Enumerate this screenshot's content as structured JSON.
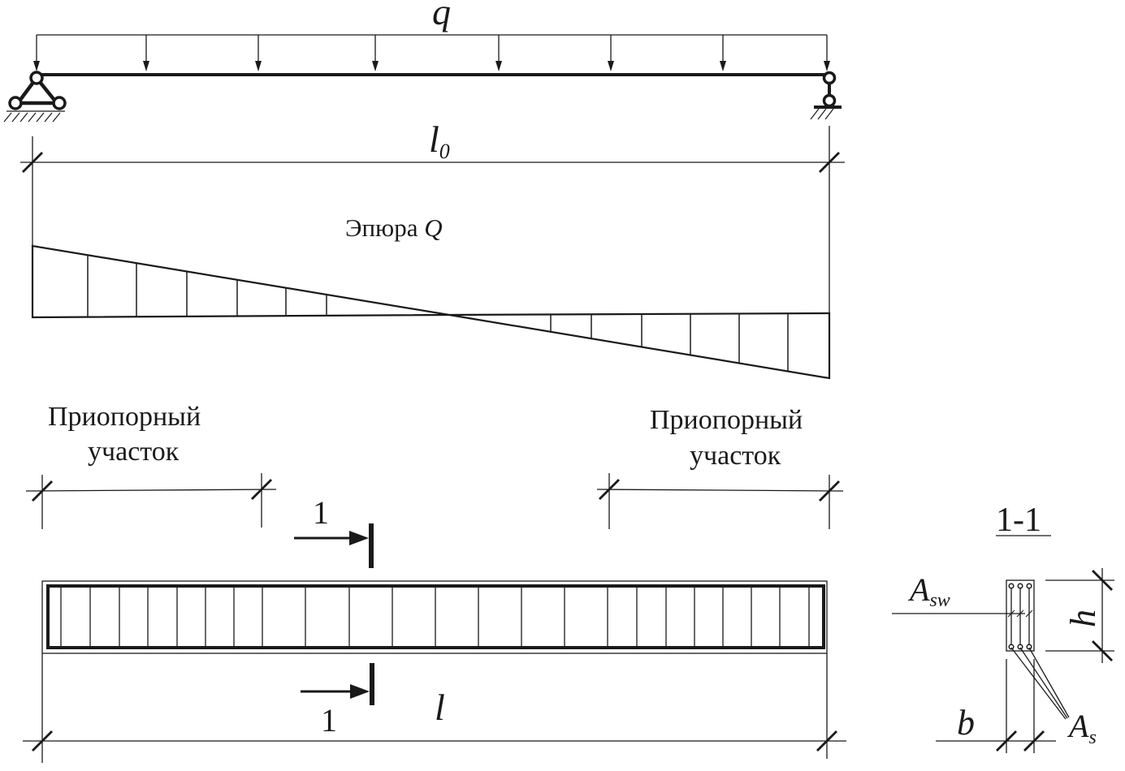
{
  "labels": {
    "load": "q",
    "span_calc_main": "l",
    "span_calc_sub": "0",
    "shear_title": "Эпюра ",
    "shear_symbol": "Q",
    "support_zone_left_1": "Приопорный",
    "support_zone_left_2": "участок",
    "support_zone_right_1": "Приопорный",
    "support_zone_right_2": "участок",
    "section_mark_top": "1",
    "section_mark_bottom": "1",
    "span_total": "l",
    "section_title": "1-1",
    "asw_main": "A",
    "asw_sub": "sw",
    "height": "h",
    "width": "b",
    "as_main": "A",
    "as_sub": "s"
  },
  "colors": {
    "ink": "#1a1a1a",
    "paper": "#ffffff"
  }
}
